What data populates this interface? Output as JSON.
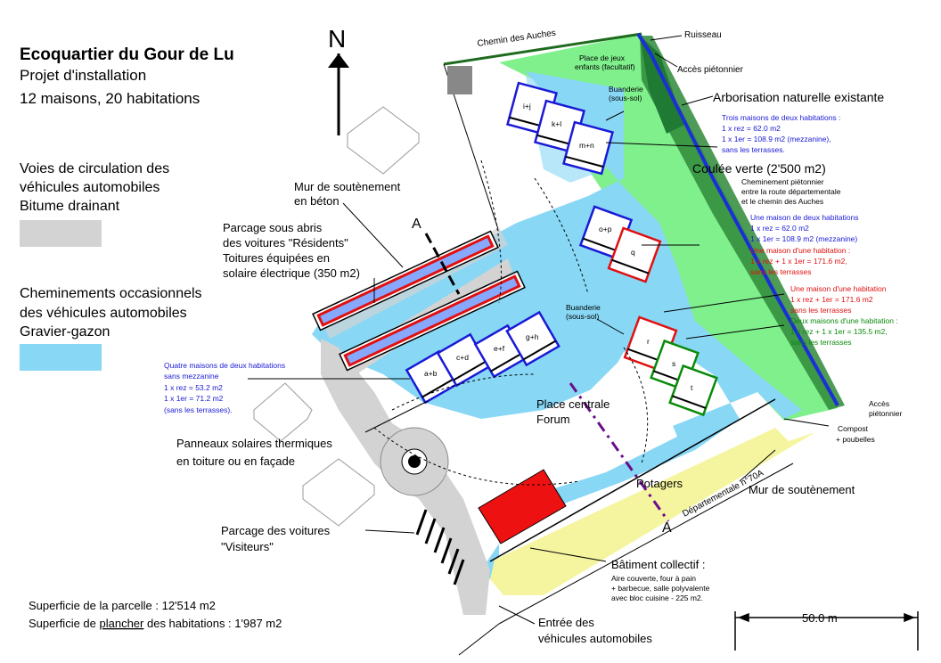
{
  "title": {
    "line1": "Ecoquartier du Gour de Lu",
    "line2": "Projet d'installation",
    "line3": "12 maisons, 20 habitations"
  },
  "north": "N",
  "legend": {
    "roads": [
      "Voies de circulation des",
      "véhicules automobiles",
      "Bitume drainant"
    ],
    "paths": [
      "Cheminements occasionnels",
      "des véhicules automobiles",
      "Gravier-gazon"
    ],
    "colors": {
      "road": "#d3d3d3",
      "gravel": "#87d7f5",
      "green": "#80f08c",
      "wood": "#2f8a3a",
      "yellow": "#f5f5a0",
      "building": "#ee1111"
    }
  },
  "labels": {
    "chemin_auches": "Chemin des Auches",
    "ruisseau": "Ruisseau",
    "acces_pieton_top": "Accès piétonnier",
    "place_jeux": [
      "Place de jeux",
      "enfants (facultatif)"
    ],
    "buanderie_top": [
      "Buanderie",
      "(sous-sol)"
    ],
    "arborisation": "Arborisation naturelle existante",
    "coulee_verte": "Coulée verte (2'500 m2)",
    "cheminement_pieton": [
      "Cheminement piétonnier",
      "entre la route départementale",
      "et le chemin des Auches"
    ],
    "mur_beton": [
      "Mur de soutènement",
      "en béton"
    ],
    "parcage_abris": [
      "Parcage sous abris",
      "des voitures \"Résidents\"",
      "Toitures équipées en",
      "solaire électrique (350 m2)"
    ],
    "section_a": "A",
    "buanderie_mid": [
      "Buanderie",
      "(sous-sol)"
    ],
    "place_centrale": [
      "Place centrale",
      "Forum"
    ],
    "panneaux": [
      "Panneaux solaires thermiques",
      "en toiture ou en façade"
    ],
    "potagers": "Potagers",
    "departementale": "Départementale n°70A",
    "mur_soutenement": "Mur de soutènement",
    "acces_pieton_bottom": [
      "Accès",
      "piétonnier"
    ],
    "compost": [
      "Compost",
      "+ poubelles"
    ],
    "parcage_visiteurs": [
      "Parcage des voitures",
      "\"Visiteurs\""
    ],
    "batiment": "Bâtiment collectif :",
    "batiment_detail": [
      "Aire couverte, four à pain",
      "+ barbecue, salle polyvalente",
      "avec bloc cuisine - 225 m2."
    ],
    "entree": [
      "Entrée des",
      "véhicules automobiles"
    ],
    "superficie_parcelle": "Superficie de la parcelle : 12'514 m2",
    "superficie_plancher_a": "Superficie de ",
    "superficie_plancher_b": "plancher",
    "superficie_plancher_c": " des habitations : 1'987 m2",
    "scale": "50.0 m"
  },
  "notes": {
    "trois_maisons": [
      "Trois maisons de deux habitations :",
      "1 x rez = 62.0 m2",
      "1 x 1er = 108.9 m2 (mezzanine),",
      "sans les terrasses."
    ],
    "une_maison_deux": [
      "Une maison de deux habitations",
      "1 x rez = 62.0 m2",
      "1 x 1er = 108.9 m2 (mezzanine)"
    ],
    "une_maison_une_a": [
      "Une maison d'une habitation :",
      "1 x rez + 1 x 1er = 171.6 m2,",
      "sans les terrasses"
    ],
    "une_maison_une_b": [
      "Une maison d'une habitation",
      "1 x rez + 1er = 171.6 m2",
      "sans les terrasses"
    ],
    "deux_maisons": [
      "Deux maisons d'une habitation :",
      "1 x rez + 1 x 1er = 135.5 m2,",
      "sans les terrasses"
    ],
    "quatre_maisons": [
      "Quatre maisons de deux habitations",
      "sans mezzanine",
      "1 x rez = 53.2 m2",
      "1 x 1er = 71.2 m2",
      "(sans les terrasses)."
    ]
  },
  "houses": [
    "i+j",
    "k+l",
    "m+n",
    "o+p",
    "q",
    "r",
    "s",
    "t",
    "a+b",
    "c+d",
    "e+f",
    "g+h"
  ]
}
